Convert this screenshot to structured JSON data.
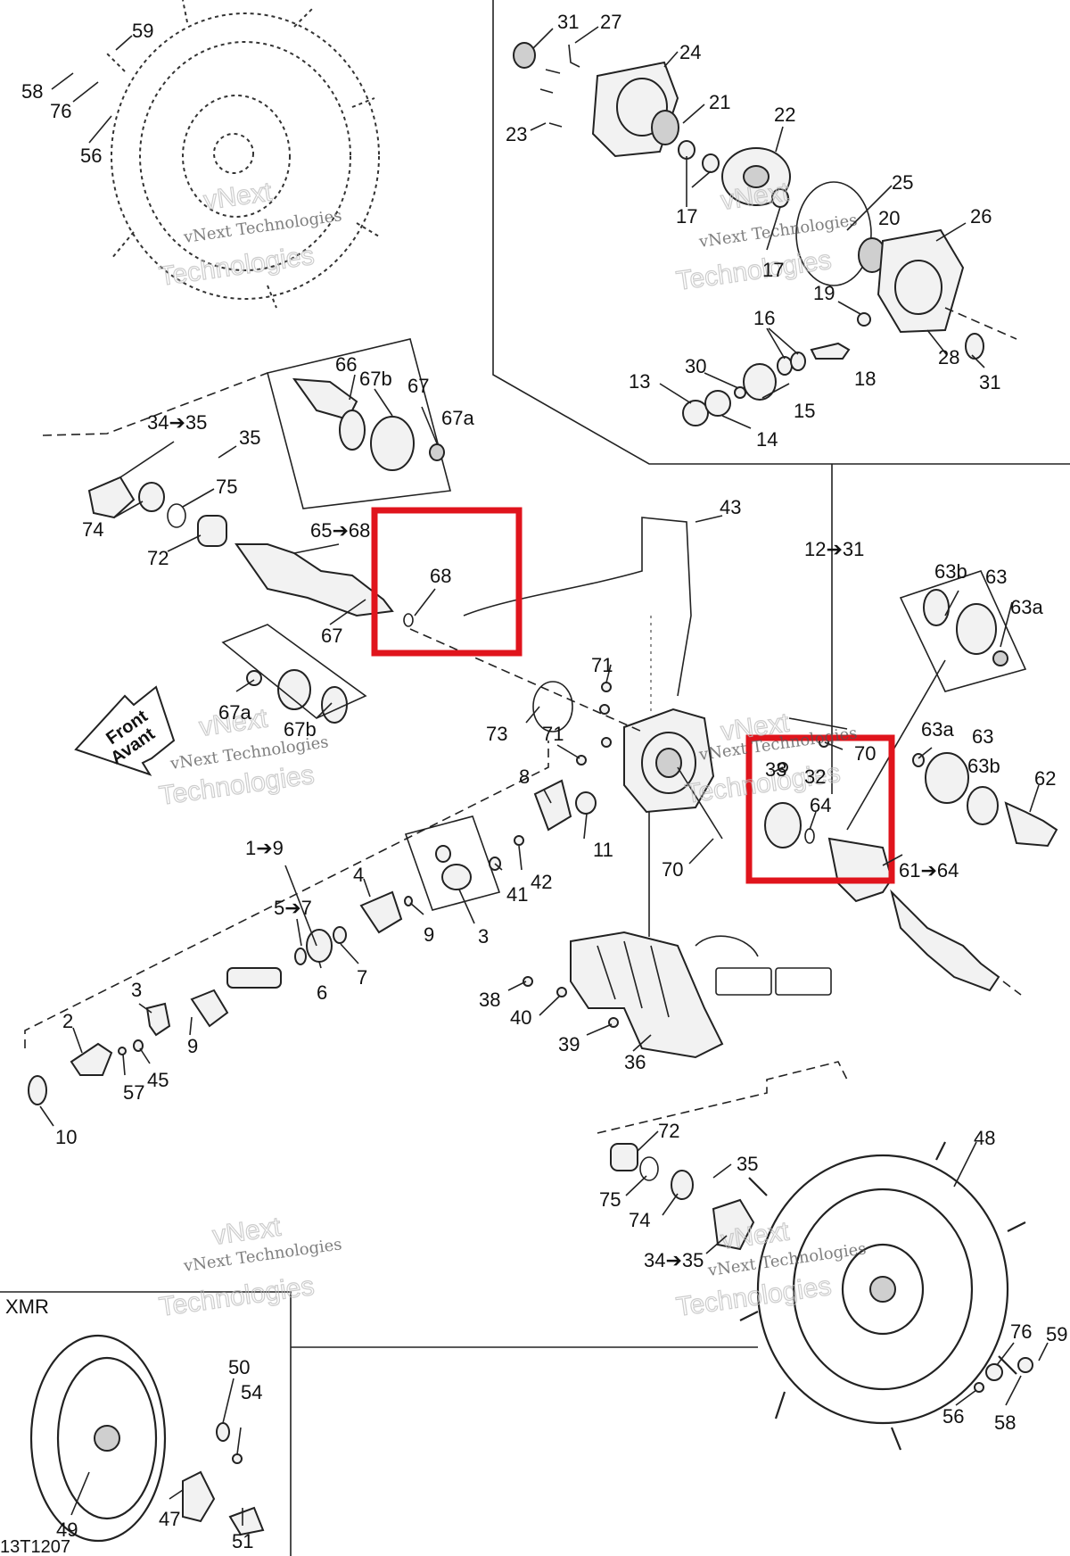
{
  "diagram_code": "13T1207",
  "inset_label": "XMR",
  "direction_arrow": {
    "line1": "Front",
    "line2": "Avant"
  },
  "watermarks": {
    "line1": "vNext",
    "line2": "vNext Technologies",
    "line3": "Technologies"
  },
  "highlight_color": "#e0141c",
  "callouts": {
    "c59a": "59",
    "c58a": "58",
    "c76a": "76",
    "c56a": "56",
    "c31a": "31",
    "c27": "27",
    "c24": "24",
    "c21": "21",
    "c23": "23",
    "c22": "22",
    "c17a": "17",
    "c17b": "17",
    "c25": "25",
    "c20": "20",
    "c26": "26",
    "c19": "19",
    "c28": "28",
    "c16": "16",
    "c18": "18",
    "c31b": "31",
    "c13": "13",
    "c30": "30",
    "c15": "15",
    "c14": "14",
    "c66": "66",
    "c67b_top": "67b",
    "c67_top": "67",
    "c67a_top": "67a",
    "c34_35a": "34➔35",
    "c35a": "35",
    "c75a": "75",
    "c74a": "74",
    "c72a": "72",
    "c65_68": "65➔68",
    "c68": "68",
    "c67_mid": "67",
    "c67a_low": "67a",
    "c67b_low": "67b",
    "c43": "43",
    "c12_31": "12➔31",
    "c63b_top": "63b",
    "c63_top": "63",
    "c63a_top": "63a",
    "c71a": "71",
    "c71b": "71",
    "c73": "73",
    "c70a": "70",
    "c33": "33",
    "c32": "32",
    "c64": "64",
    "c63a_mid": "63a",
    "c63_mid": "63",
    "c63b_mid": "63b",
    "c62": "62",
    "c61_64": "61➔64",
    "c70b": "70",
    "c8": "8",
    "c11": "11",
    "c1_9": "1➔9",
    "c4": "4",
    "c41": "41",
    "c42": "42",
    "c9a": "9",
    "c3a": "3",
    "c5_7": "5➔7",
    "c6": "6",
    "c7": "7",
    "c3b": "3",
    "c2": "2",
    "c9b": "9",
    "c45": "45",
    "c57": "57",
    "c10": "10",
    "c38": "38",
    "c40": "40",
    "c39": "39",
    "c36": "36",
    "c72b": "72",
    "c35b": "35",
    "c75b": "75",
    "c74b": "74",
    "c34_35b": "34➔35",
    "c48": "48",
    "c76b": "76",
    "c59b": "59",
    "c56b": "56",
    "c58b": "58",
    "c50": "50",
    "c54": "54",
    "c49": "49",
    "c47": "47",
    "c51": "51"
  }
}
